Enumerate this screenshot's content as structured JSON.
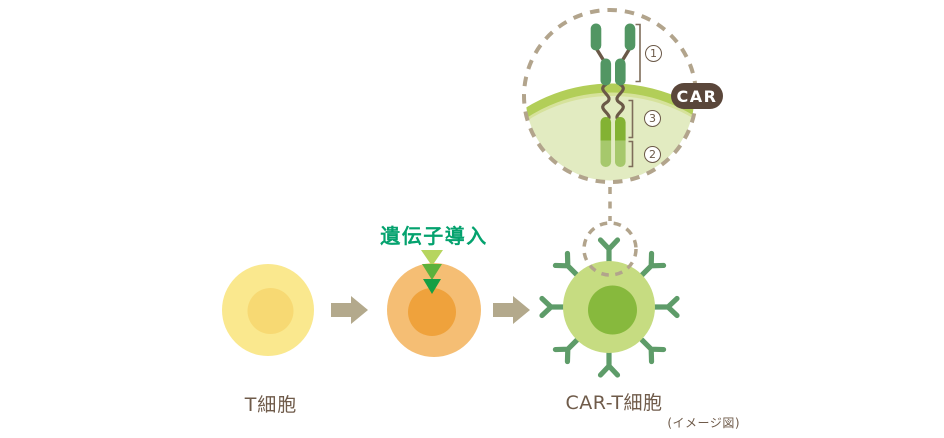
{
  "magnifier": {
    "badge_label": "CAR",
    "region_labels": {
      "r1": "1",
      "r2": "2",
      "r3": "3"
    }
  },
  "labels": {
    "gene_transfer": "遺伝子導入",
    "t_cell": "T細胞",
    "car_t_cell": "CAR-T細胞",
    "footnote": "(イメージ図)"
  },
  "palette": {
    "dashed_tan": "#B2A48C",
    "line_brown": "#6B5948",
    "bracket_brown": "#7E6D5A",
    "text_brown": "#6F5B4A",
    "badge_brown": "#5A463A",
    "badge_text": "#FFFFFF",
    "gene_text_green": "#04A26E",
    "cell_yellow": "#FAE88E",
    "cell_yellow_nucleus": "#F7D973",
    "cell_orange": "#F5BE74",
    "cell_orange_nucleus": "#EFA23C",
    "cell_green_body": "#C6DC81",
    "cell_green_nucleus": "#87B93D",
    "receptor_y_green": "#5E9C69",
    "scfv_bar_green": "#529663",
    "signal_bar_dark": "#83B233",
    "signal_bar_light": "#A6C86C",
    "membrane_green": "#B2CE58",
    "membrane_light": "#D6E29B",
    "cytoplasm_pale": "#E2EBC1",
    "arrow_tan": "#B3A98C",
    "triangle_light": "#B6D55F",
    "triangle_mid": "#5CB13C",
    "triangle_dark": "#159F44"
  }
}
